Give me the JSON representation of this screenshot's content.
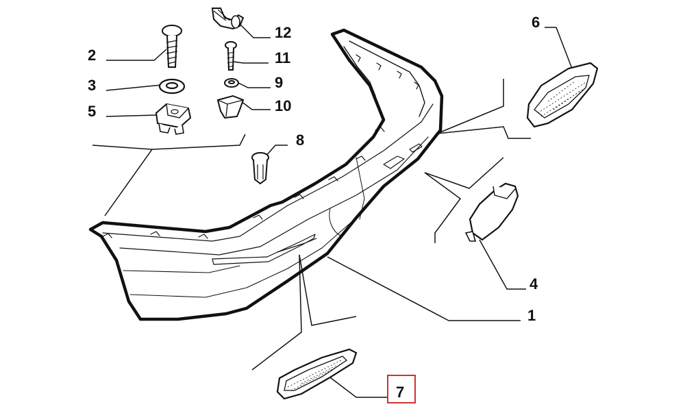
{
  "labels": {
    "p1": "1",
    "p2": "2",
    "p3": "3",
    "p4": "4",
    "p5": "5",
    "p6": "6",
    "p7": "7",
    "p8": "8",
    "p9": "9",
    "p10": "10",
    "p11": "11",
    "p12": "12"
  },
  "highlight": {
    "part": "7",
    "color": "#d32f2f"
  }
}
